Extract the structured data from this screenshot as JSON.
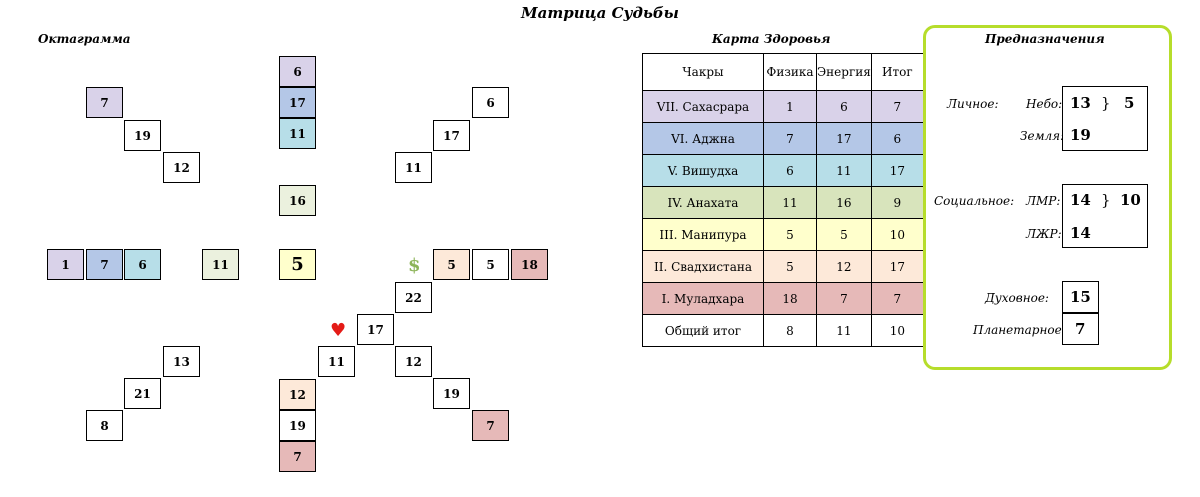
{
  "title": "Матрица Судьбы",
  "octagram": {
    "title": "Октаграмма",
    "cells": {
      "top1": "6",
      "top2": "17",
      "top3": "11",
      "top4": "16",
      "tl1": "7",
      "tl2": "19",
      "tl3": "12",
      "tr1": "6",
      "tr2": "17",
      "tr3": "11",
      "l1": "1",
      "l2": "7",
      "l3": "6",
      "l4": "11",
      "center": "5",
      "r1": "5",
      "r2": "5",
      "r3": "18",
      "d1": "22",
      "d2": "17",
      "d3": "11",
      "d4": "12",
      "d5": "19",
      "d6": "7",
      "bl1": "13",
      "bl2": "21",
      "bl3": "8",
      "b1": "12",
      "b2": "19",
      "b3": "7"
    },
    "dollar": "$",
    "heart": "♥"
  },
  "health": {
    "title": "Карта Здоровья",
    "headers": [
      "Чакры",
      "Физика",
      "Энергия",
      "Итог"
    ],
    "rows": [
      [
        "VII. Сахасрара",
        "1",
        "6",
        "7"
      ],
      [
        "VI. Аджна",
        "7",
        "17",
        "6"
      ],
      [
        "V. Вишудха",
        "6",
        "11",
        "17"
      ],
      [
        "IV. Анахата",
        "11",
        "16",
        "9"
      ],
      [
        "III. Манипура",
        "5",
        "5",
        "10"
      ],
      [
        "II. Свадхистана",
        "5",
        "12",
        "17"
      ],
      [
        "I. Муладхара",
        "18",
        "7",
        "7"
      ],
      [
        "Общий итог",
        "8",
        "11",
        "10"
      ]
    ],
    "row_colors": [
      "#d9d2e9",
      "#b4c7e7",
      "#b7dee8",
      "#d8e4bc",
      "#ffffcc",
      "#fde9d9",
      "#e6b9b8",
      "#ffffff"
    ]
  },
  "purposes": {
    "title": "Предназначения",
    "personal": {
      "label": "Личное:",
      "sky_label": "Небо:",
      "sky": "13",
      "earth_label": "Земля:",
      "earth": "19",
      "brace": "}",
      "result": "5"
    },
    "social": {
      "label": "Социальное:",
      "m_label": "ЛМР:",
      "m": "14",
      "f_label": "ЛЖР:",
      "f": "14",
      "brace": "}",
      "result": "10"
    },
    "spiritual": {
      "label": "Духовное:",
      "value": "15"
    },
    "planetary": {
      "label": "Планетарное:",
      "value": "7"
    }
  },
  "colors": {
    "accent_border": "#b6dd2b",
    "dollar": "#8db459",
    "heart": "#e41b17"
  }
}
